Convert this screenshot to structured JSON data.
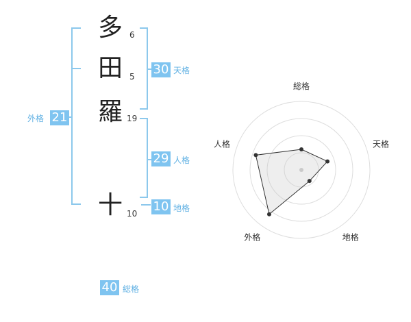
{
  "name": {
    "characters": [
      {
        "char": "多",
        "strokes": "6"
      },
      {
        "char": "田",
        "strokes": "5"
      },
      {
        "char": "羅",
        "strokes": "19"
      },
      {
        "char": "十",
        "strokes": "10"
      }
    ]
  },
  "fortune": {
    "tenkaku": {
      "value": "30",
      "label": "天格"
    },
    "jinkaku": {
      "value": "29",
      "label": "人格"
    },
    "chikaku": {
      "value": "10",
      "label": "地格"
    },
    "gaikaku": {
      "value": "21",
      "label": "外格"
    },
    "soukaku": {
      "value": "40",
      "label": "総格"
    }
  },
  "colors": {
    "accent": "#7fc4f0",
    "bracket": "#8cc8ec",
    "label": "#5fb0e3"
  },
  "chart_data": {
    "type": "radar",
    "axes": [
      "総格",
      "天格",
      "地格",
      "外格",
      "人格"
    ],
    "values": [
      1.5,
      2,
      1,
      4,
      3.5
    ],
    "range": [
      0,
      5
    ],
    "rings": 4
  }
}
